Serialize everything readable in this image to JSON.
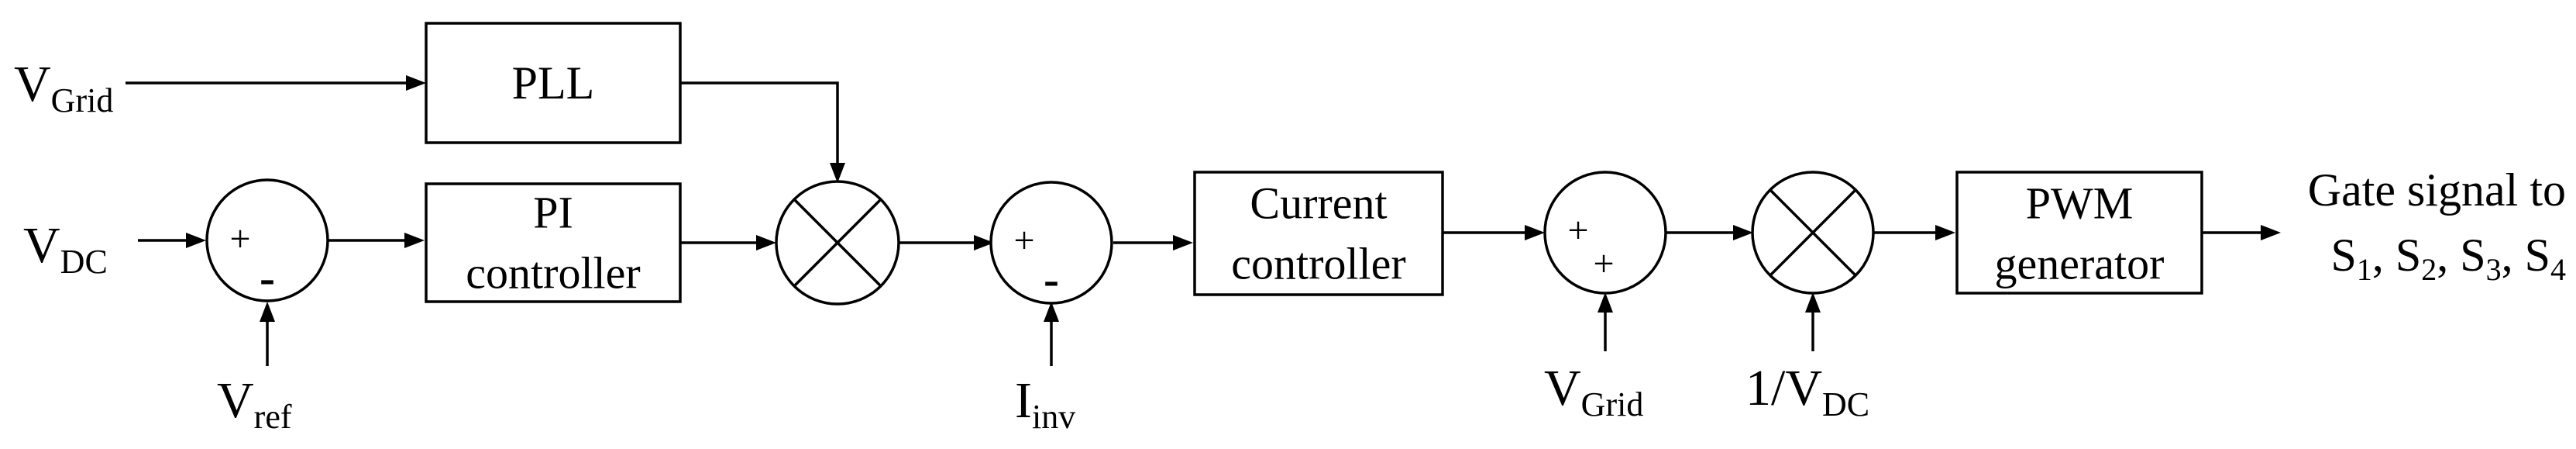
{
  "signals": {
    "v_grid_in": {
      "main": "V",
      "sub": "Grid"
    },
    "v_dc_in": {
      "main": "V",
      "sub": "DC"
    },
    "v_ref": {
      "main": "V",
      "sub": "ref"
    },
    "i_inv": {
      "main": "I",
      "sub": "inv"
    },
    "v_grid_ff": {
      "main": "V",
      "sub": "Grid"
    },
    "inv_vdc": {
      "main": "1/V",
      "sub": "DC"
    }
  },
  "blocks": {
    "pll": {
      "label": "PLL"
    },
    "pi": {
      "line1": "PI",
      "line2": "controller"
    },
    "current": {
      "line1": "Current",
      "line2": "controller"
    },
    "pwm": {
      "line1": "PWM",
      "line2": "generator"
    }
  },
  "junctions": {
    "sum1": {
      "top": "+",
      "bottom": "-"
    },
    "sum2": {
      "top": "+",
      "bottom": "-"
    },
    "sum3": {
      "top": "+",
      "bottom": "+"
    }
  },
  "output": {
    "line1": "Gate signal to",
    "line2": {
      "s1": "S",
      "s1_sub": "1",
      "sep1": ", ",
      "s2": "S",
      "s2_sub": "2",
      "sep2": ", ",
      "s3": "S",
      "s3_sub": "3",
      "sep3": ", ",
      "s4": "S",
      "s4_sub": "4"
    }
  }
}
